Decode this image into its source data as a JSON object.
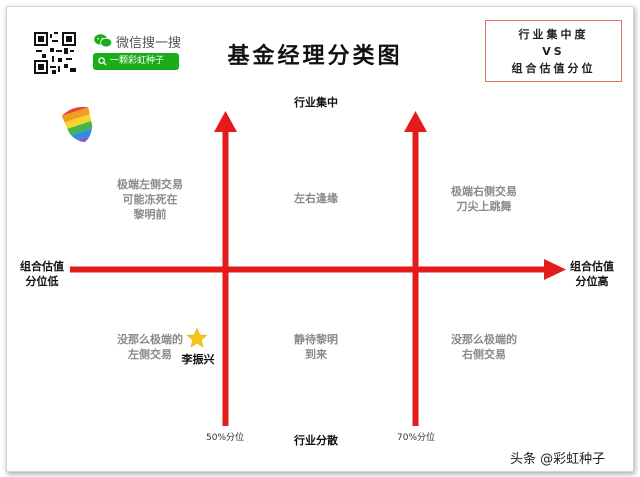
{
  "header": {
    "wechat_search": "微信搜一搜",
    "search_box_text": "一颗彩虹种子",
    "title": "基金经理分类图"
  },
  "legend": {
    "line1": "行业集中度",
    "line2": "VS",
    "line3": "组合估值分位"
  },
  "axes": {
    "top": "行业集中",
    "bottom": "行业分散",
    "left": [
      "组合估值",
      "分位低"
    ],
    "right": [
      "组合估值",
      "分位高"
    ],
    "tick_50": "50%分位",
    "tick_70": "70%分位"
  },
  "quadrants": {
    "top_left": [
      "极端左侧交易",
      "可能冻死在",
      "黎明前"
    ],
    "top_middle": [
      "左右逢缘"
    ],
    "top_right": [
      "极端右侧交易",
      "刀尖上跳舞"
    ],
    "bottom_left": [
      "没那么极端的",
      "左侧交易"
    ],
    "bottom_middle": [
      "静待黎明",
      "到来"
    ],
    "bottom_right": [
      "没那么极端的",
      "右侧交易"
    ]
  },
  "marker": {
    "label": "李振兴",
    "icon": "star-icon",
    "color": "#f5c518"
  },
  "watermark": "头条 @彩虹种子",
  "colors": {
    "arrow": "#e31b1b",
    "quadrant_text": "#8a8a8a",
    "wechat_green": "#1aad19"
  }
}
